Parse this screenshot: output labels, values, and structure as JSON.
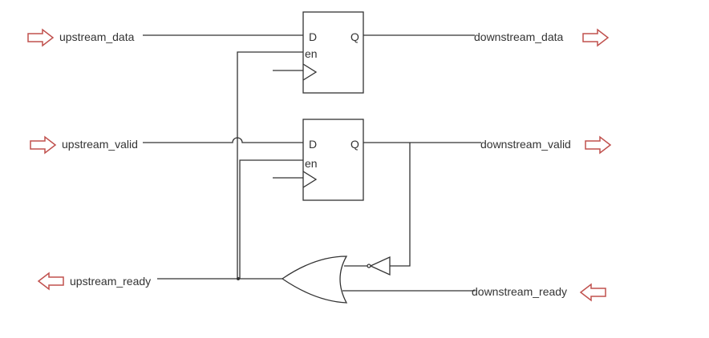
{
  "colors": {
    "port_arrow": "#c0504d",
    "line": "#333333"
  },
  "ports": {
    "upstream_data": "upstream_data",
    "upstream_valid": "upstream_valid",
    "upstream_ready": "upstream_ready",
    "downstream_data": "downstream_data",
    "downstream_valid": "downstream_valid",
    "downstream_ready": "downstream_ready"
  },
  "flipflops": [
    {
      "d": "D",
      "q": "Q",
      "en": "en"
    },
    {
      "d": "D",
      "q": "Q",
      "en": "en"
    }
  ]
}
